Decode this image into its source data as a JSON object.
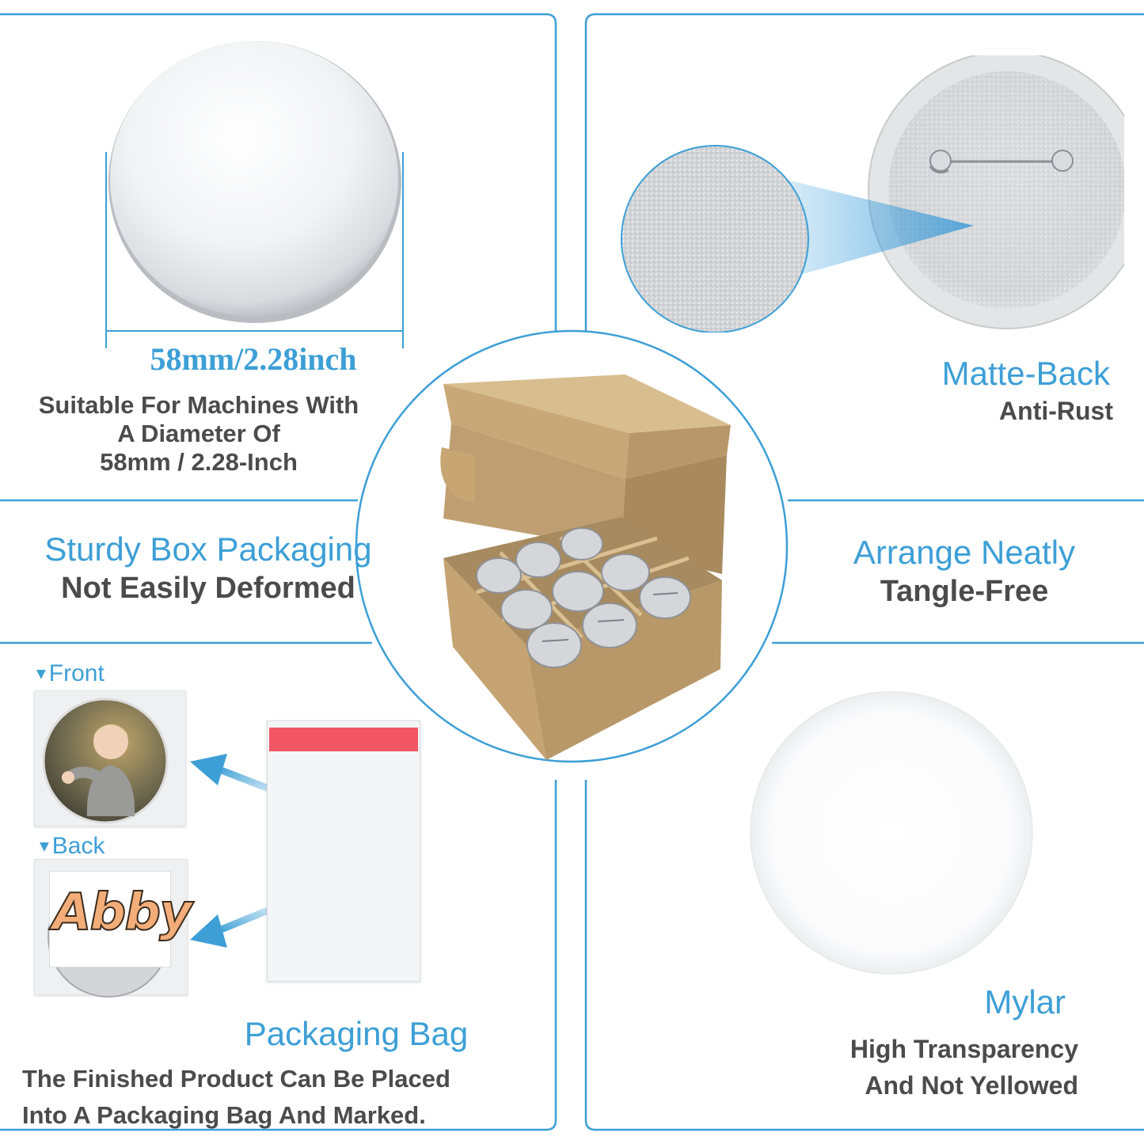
{
  "top_left": {
    "dimension_label": "58mm/2.28inch",
    "caption_lines": [
      "Suitable For Machines With",
      "A Diameter Of",
      "58mm / 2.28-Inch"
    ]
  },
  "top_right": {
    "title": "Matte-Back",
    "subtitle": "Anti-Rust"
  },
  "middle_left": {
    "title": "Sturdy Box Packaging",
    "subtitle": "Not Easily Deformed"
  },
  "middle_right": {
    "title": "Arrange Neatly",
    "subtitle": "Tangle-Free"
  },
  "bottom_left": {
    "front_label": "Front",
    "back_label": "Back",
    "name_card_text": "Abby",
    "title": "Packaging Bag",
    "caption_lines": [
      "The Finished Product Can Be Placed",
      "Into A Packaging Bag And Marked."
    ]
  },
  "bottom_right": {
    "title": "Mylar",
    "caption_lines": [
      "High Transparency",
      "And Not Yellowed"
    ]
  },
  "colors": {
    "accent": "#3d9fd6",
    "text_gray": "#4b4b4b",
    "kraft": "#c9a877",
    "bag_strip": "#f25664"
  }
}
